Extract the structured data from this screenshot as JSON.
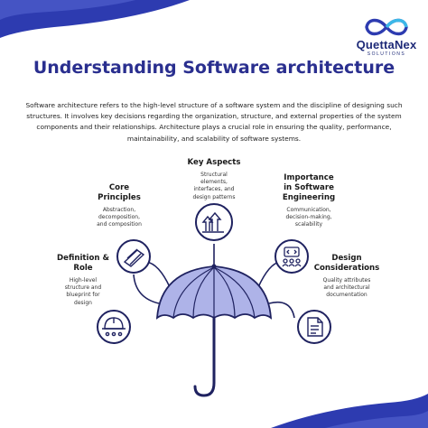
{
  "brand": {
    "name": "QuettaNex",
    "tagline": "SOLUTIONS"
  },
  "title": "Understanding Software architecture",
  "intro": "Software architecture refers to the high-level structure of a software system and the discipline of designing such structures. It involves key decisions regarding the organization, structure, and external properties of the system components and their relationships. Architecture plays a crucial role in ensuring the quality, performance, maintainability, and scalability of software systems.",
  "colors": {
    "navy": "#2a2f8f",
    "umbrella_fill": "#aeb3e8",
    "umbrella_stroke": "#1f2260",
    "icon_bg": "#ffffff",
    "corner_blue": "#2d3bb0"
  },
  "items": [
    {
      "heading": "Definition &\nRole",
      "description": "High-level\nstructure and\nblueprint for\ndesign",
      "icon": "helmet-icon"
    },
    {
      "heading": "Core\nPrinciples",
      "description": "Abstraction,\ndecomposition,\nand composition",
      "icon": "layers-icon"
    },
    {
      "heading": "Key Aspects",
      "description": "Structural\nelements,\ninterfaces, and\ndesign patterns",
      "icon": "growth-arrows-icon"
    },
    {
      "heading": "Importance\nin Software\nEngineering",
      "description": "Communication,\ndecision-making,\nscalability",
      "icon": "code-team-icon"
    },
    {
      "heading": "Design\nConsiderations",
      "description": "Quality attributes\nand architectural\ndocumentation",
      "icon": "document-icon"
    }
  ]
}
